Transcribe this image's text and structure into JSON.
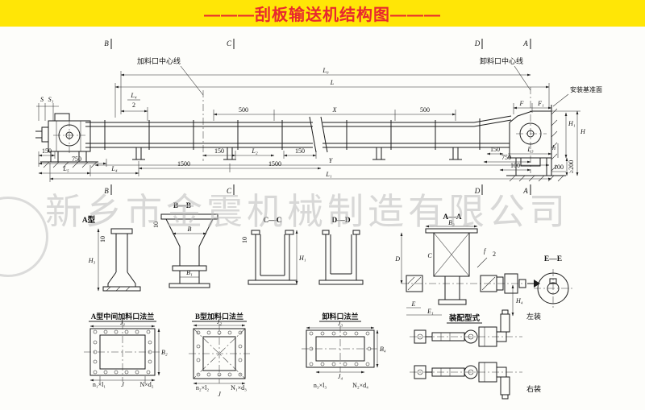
{
  "banner": {
    "title": "———刮板输送机结构图———"
  },
  "watermark": {
    "text": "新乡市金震机械制造有限公司"
  },
  "main_view": {
    "markers": {
      "B": "B",
      "C": "C",
      "D": "D",
      "A": "A"
    },
    "labels": {
      "feed_centerline": "加料口中心线",
      "discharge_centerline": "卸料口中心线",
      "datum_plane": "安装基准面"
    },
    "dims": {
      "L0": "L₀",
      "L": "L",
      "X": "X",
      "Y": "Y",
      "L1": "L₁",
      "L2": "L₂",
      "L3": "L₃",
      "L4": "L₄",
      "L5": "L₅",
      "L4_half_num": "L₄",
      "L4_half_den": "2",
      "S": "S",
      "S1": "S₁",
      "F": "F",
      "F1": "F₁",
      "H": "H",
      "H1": "H₁",
      "h": "h",
      "ge200": "≥200",
      "d500": "500",
      "d150": "150",
      "d750": "750",
      "d1500": "1500",
      "d100": "100"
    }
  },
  "sections": {
    "a_type": {
      "label": "A型",
      "d10": "10",
      "H3": "H₃"
    },
    "bb": {
      "label": "B—B",
      "d10": "10",
      "B": "B",
      "B1": "B₁"
    },
    "cc": {
      "label": "C—C",
      "d10": "10",
      "H1": "H₁"
    },
    "dd": {
      "label": "D—D"
    },
    "aa": {
      "label": "A—A",
      "B3": "B₃",
      "C": "C",
      "D": "D",
      "E": "E",
      "E1": "E₁",
      "f": "f",
      "two": "2",
      "H4": "H₄"
    },
    "ee": {
      "label": "E—E"
    }
  },
  "flanges": {
    "a_mid": {
      "title": "A型中间加料口法兰",
      "J1": "J₁",
      "B2": "B₂",
      "J": "J",
      "bolts_left": "n₁×l₁",
      "bolts_right": "N×d₂"
    },
    "b_feed": {
      "title": "B型加料口法兰",
      "J2": "J₂",
      "J": "J",
      "bolts_left": "n₂×l₂",
      "bolts_right": "N₁×d₃"
    },
    "discharge": {
      "title": "卸料口法兰",
      "J3": "J₃",
      "J4": "J₄",
      "B4": "B₄",
      "bolts_left": "n₃×l₃",
      "bolts_right": "N₂×d₄"
    }
  },
  "assembly": {
    "title": "装配型式",
    "left_label": "左装",
    "right_label": "右装"
  }
}
